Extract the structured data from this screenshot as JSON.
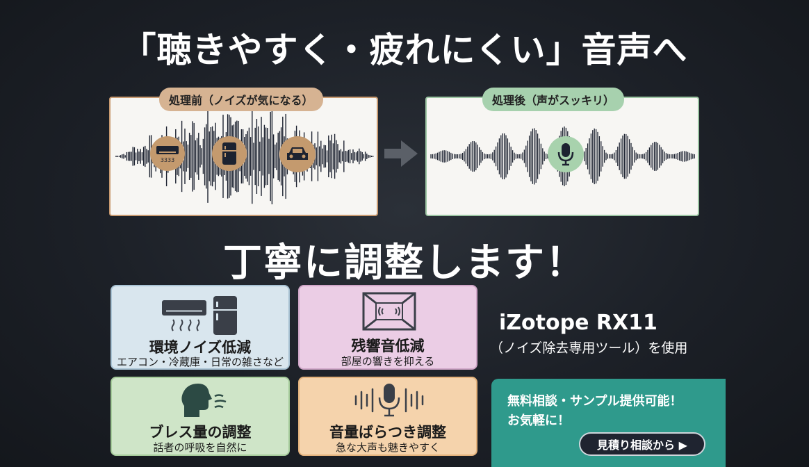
{
  "headline": "「聴きやすく・疲れにくい」音声へ",
  "before": {
    "label": "処理前（ノイズが気になる）"
  },
  "after": {
    "label": "処理後（声がスッキリ）"
  },
  "subheadline": "丁寧に調整します！",
  "cards": [
    {
      "title": "環境ノイズ低減",
      "desc": "エアコン・冷蔵庫・日常の雑さなど",
      "color": "#d9e6ee"
    },
    {
      "title": "残響音低減",
      "desc": "部屋の響きを抑える",
      "color": "#ebcde5"
    },
    {
      "title": "ブレス量の調整",
      "desc": "話者の呼吸を自然に",
      "color": "#cfe5c8"
    },
    {
      "title": "音量ばらつき調整",
      "desc": "急な大声も魅きやすく",
      "color": "#f5d3ac"
    }
  ],
  "tool": {
    "name": "iZotope RX11",
    "desc": "（ノイズ除去専用ツール）を使用"
  },
  "cta": {
    "line1": "無料相談・サンプル提供可能！",
    "line2": "お気軽に！",
    "button": "見積り相談から ▶",
    "color": "#2f9a8c"
  },
  "icons": [
    "air-conditioner-icon",
    "refrigerator-icon",
    "car-icon",
    "microphone-icon",
    "room-echo-icon",
    "breath-head-icon",
    "volume-mic-icon",
    "arrow-right-icon"
  ]
}
